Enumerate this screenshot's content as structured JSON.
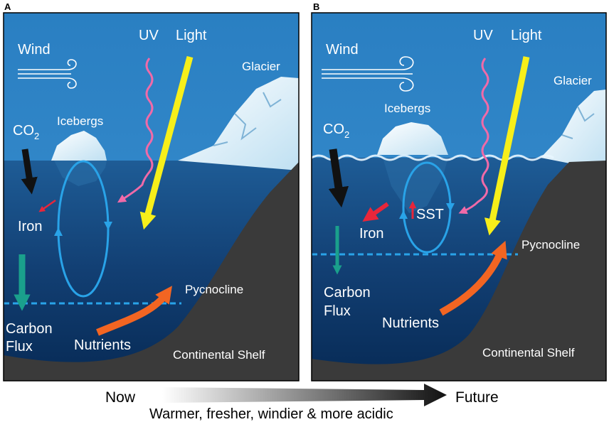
{
  "panels": [
    {
      "letter": "A",
      "wind": "Wind",
      "uv": "UV",
      "light": "Light",
      "glacier": "Glacier",
      "icebergs": "Icebergs",
      "co2": "CO",
      "co2_sub": "2",
      "iron": "Iron",
      "carbon_flux_1": "Carbon",
      "carbon_flux_2": "Flux",
      "nutrients": "Nutrients",
      "pycnocline": "Pycnocline",
      "continental_shelf": "Continental Shelf"
    },
    {
      "letter": "B",
      "wind": "Wind",
      "uv": "UV",
      "light": "Light",
      "glacier": "Glacier",
      "icebergs": "Icebergs",
      "co2": "CO",
      "co2_sub": "2",
      "iron": "Iron",
      "sst": "SST",
      "carbon_flux_1": "Carbon",
      "carbon_flux_2": "Flux",
      "nutrients": "Nutrients",
      "pycnocline": "Pycnocline",
      "continental_shelf": "Continental Shelf"
    }
  ],
  "timeline": {
    "start": "Now",
    "end": "Future",
    "caption": "Warmer, fresher, windier & more acidic"
  },
  "colors": {
    "sky": "#2f86c8",
    "ocean_top": "#1f5f9a",
    "ocean_deep": "#082e5c",
    "shelf": "#3a3a3a",
    "uv": "#f06aa8",
    "light": "#f7ef1a",
    "circulation": "#29a3e8",
    "carbon": "#1aa08c",
    "nutrients": "#f26522",
    "iron_arrow": "#e8263a"
  }
}
